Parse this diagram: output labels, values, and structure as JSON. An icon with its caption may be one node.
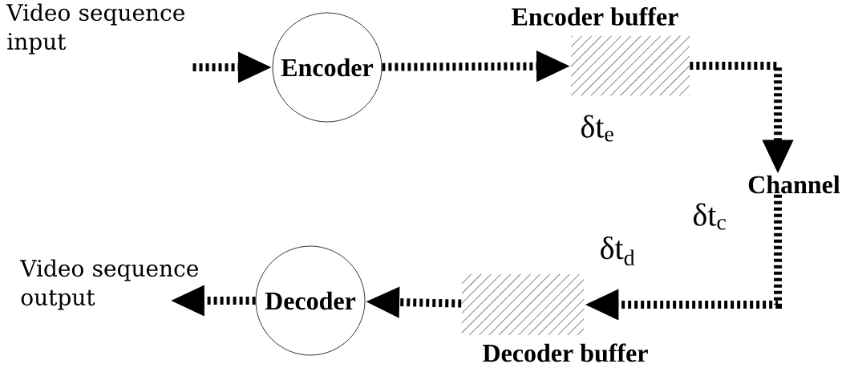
{
  "diagram": {
    "nodes": [
      {
        "text": [
          "Video sequence input"
        ]
      },
      {
        "text": [
          "Encoder"
        ]
      },
      {
        "text": [
          "Encoder buffer"
        ]
      },
      {
        "text": [
          "Channel"
        ]
      },
      {
        "text": [
          "Decoder buffer"
        ]
      },
      {
        "text": [
          "Decoder"
        ]
      },
      {
        "text": [
          "Video sequence output"
        ]
      }
    ],
    "edges": [
      {
        "from": 0,
        "to": 1,
        "arrow": "to"
      },
      {
        "from": 1,
        "to": 2,
        "arrow": "to"
      },
      {
        "from": 2,
        "to": 3,
        "arrow": "to"
      },
      {
        "from": 3,
        "to": 4,
        "arrow": "to"
      },
      {
        "from": 4,
        "to": 5,
        "arrow": "to"
      },
      {
        "from": 5,
        "to": 6,
        "arrow": "to"
      }
    ],
    "labels": [
      "δt$_{e}$",
      "δt$_{c}$",
      "δt$_{d}$"
    ]
  }
}
